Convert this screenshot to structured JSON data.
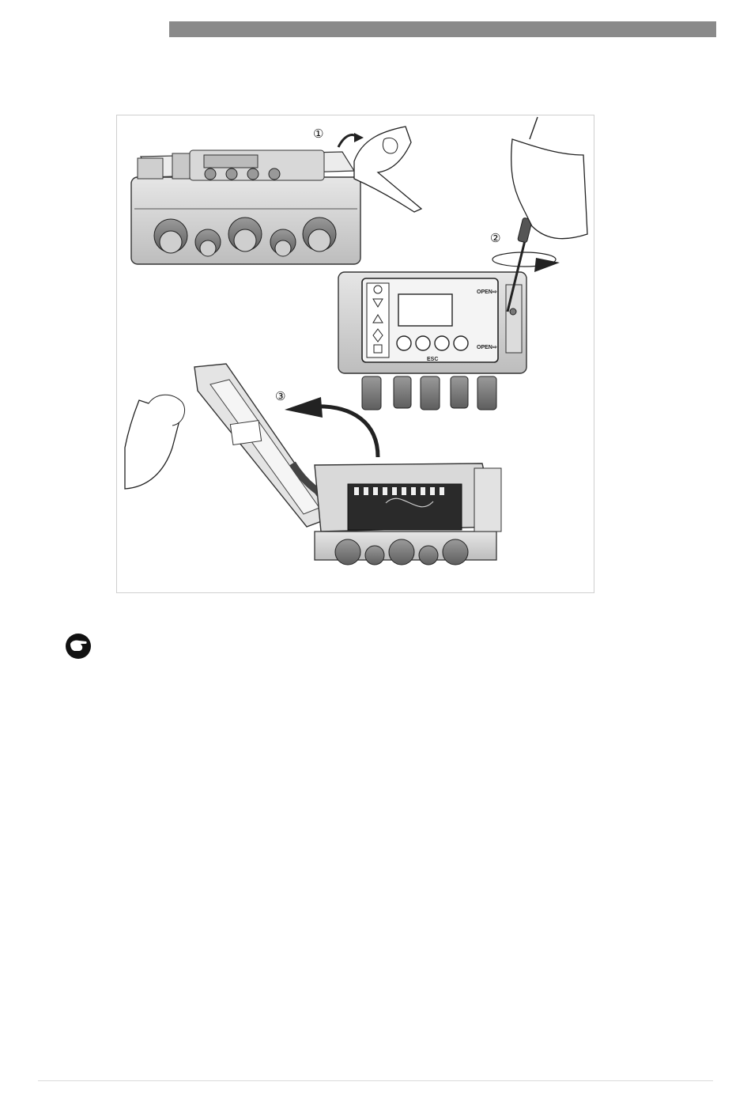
{
  "figure": {
    "steps": [
      "①",
      "②",
      "③"
    ],
    "panel_labels": {
      "open_top": "OPEN⇨",
      "open_bottom": "OPEN⇨",
      "esc": "ESC"
    }
  },
  "icons": {
    "note_icon": "hand-pointing-icon"
  }
}
